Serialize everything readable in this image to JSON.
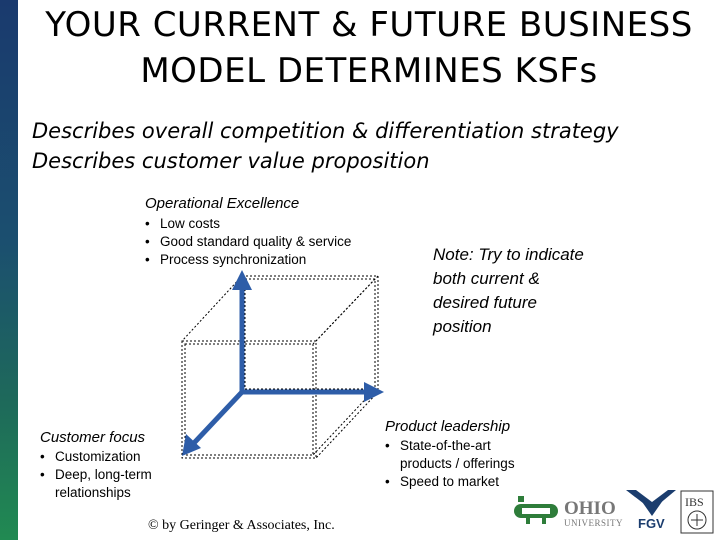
{
  "slide": {
    "title_line1": "YOUR CURRENT & FUTURE BUSINESS",
    "title_line2": "MODEL DETERMINES KSFs",
    "subtitle_line1": "Describes overall competition & differentiation strategy",
    "subtitle_line2": "Describes customer value proposition"
  },
  "operational": {
    "label": "Operational Excellence",
    "bullets": [
      "Low costs",
      "Good standard quality & service",
      "Process synchronization"
    ]
  },
  "note": {
    "line1": "Note:  Try to indicate",
    "line2": "both current &",
    "line3": "desired future",
    "line4": "position"
  },
  "product": {
    "label": "Product leadership",
    "bullets": [
      "State-of-the-art",
      "products / offerings",
      "Speed to market"
    ]
  },
  "customer": {
    "label": "Customer focus",
    "bullets": [
      "Customization",
      "Deep, long-term",
      "relationships"
    ]
  },
  "footer": {
    "copyright": "© by Geringer & Associates, Inc.",
    "logo_ohio_top": "OHIO",
    "logo_ohio_bottom": "UNIVERSITY",
    "logo_fgv": "FGV",
    "logo_ibs": "IBS"
  },
  "colors": {
    "sidebar_top": "#1a3a6e",
    "sidebar_bottom": "#218a52",
    "arrow": "#2e5da8"
  }
}
